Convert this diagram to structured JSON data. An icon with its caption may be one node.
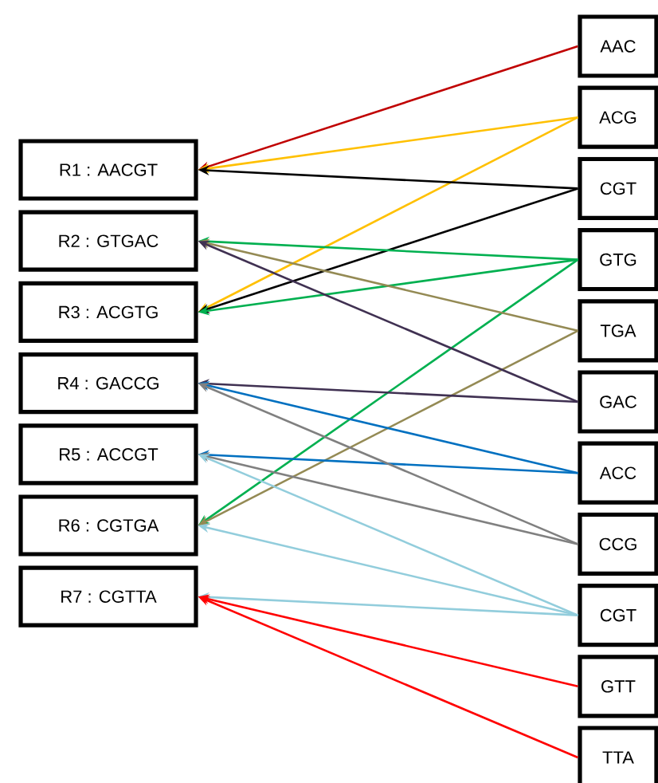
{
  "diagram": {
    "nodes": [
      {
        "text": [
          "R1 : AACGT"
        ]
      },
      {
        "text": [
          "R2 : GTGAC"
        ]
      },
      {
        "text": [
          "R3 : ACGTG"
        ]
      },
      {
        "text": [
          "R4 : GACCG"
        ]
      },
      {
        "text": [
          "R5 : ACCGT"
        ]
      },
      {
        "text": [
          "R6 : CGTGA"
        ]
      },
      {
        "text": [
          "R7 : CGTTA"
        ]
      },
      {
        "text": [
          "AAC"
        ]
      },
      {
        "text": [
          "ACG"
        ]
      },
      {
        "text": [
          "CGT"
        ]
      },
      {
        "text": [
          "GTG"
        ]
      },
      {
        "text": [
          "TGA"
        ]
      },
      {
        "text": [
          "GAC"
        ]
      },
      {
        "text": [
          "ACC"
        ]
      },
      {
        "text": [
          "CCG"
        ]
      },
      {
        "text": [
          "CGT"
        ]
      },
      {
        "text": [
          "GTT"
        ]
      },
      {
        "text": [
          "TTA"
        ]
      }
    ],
    "edges": [
      {
        "from": 7,
        "to": 0,
        "arrow": "to",
        "color": "#c00000"
      },
      {
        "from": 8,
        "to": 0,
        "arrow": "to",
        "color": "#ffc000"
      },
      {
        "from": 8,
        "to": 2,
        "arrow": "to",
        "color": "#ffc000"
      },
      {
        "from": 9,
        "to": 0,
        "arrow": "to",
        "color": "#000000"
      },
      {
        "from": 9,
        "to": 2,
        "arrow": "to",
        "color": "#000000"
      },
      {
        "from": 10,
        "to": 1,
        "arrow": "to",
        "color": "#00b050"
      },
      {
        "from": 10,
        "to": 2,
        "arrow": "to",
        "color": "#00b050"
      },
      {
        "from": 10,
        "to": 5,
        "arrow": "to",
        "color": "#00b050"
      },
      {
        "from": 11,
        "to": 1,
        "arrow": "to",
        "color": "#948a54"
      },
      {
        "from": 11,
        "to": 5,
        "arrow": "to",
        "color": "#948a54"
      },
      {
        "from": 12,
        "to": 1,
        "arrow": "to",
        "color": "#403152"
      },
      {
        "from": 12,
        "to": 3,
        "arrow": "to",
        "color": "#403152"
      },
      {
        "from": 13,
        "to": 3,
        "arrow": "to",
        "color": "#0070c0"
      },
      {
        "from": 13,
        "to": 4,
        "arrow": "to",
        "color": "#0070c0"
      },
      {
        "from": 14,
        "to": 3,
        "arrow": "to",
        "color": "#808080"
      },
      {
        "from": 14,
        "to": 4,
        "arrow": "to",
        "color": "#808080"
      },
      {
        "from": 15,
        "to": 4,
        "arrow": "to",
        "color": "#92cddc"
      },
      {
        "from": 15,
        "to": 5,
        "arrow": "to",
        "color": "#92cddc"
      },
      {
        "from": 15,
        "to": 6,
        "arrow": "to",
        "color": "#92cddc"
      },
      {
        "from": 16,
        "to": 6,
        "arrow": "to",
        "color": "#ff0000"
      },
      {
        "from": 17,
        "to": 6,
        "arrow": "to",
        "color": "#ff0000"
      }
    ]
  }
}
